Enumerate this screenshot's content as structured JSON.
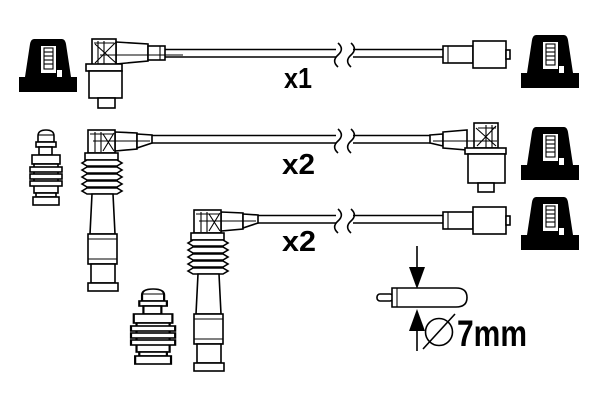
{
  "colors": {
    "background": "#ffffff",
    "ink": "#000000"
  },
  "diagram": {
    "rows": [
      {
        "quantity_label": "x1"
      },
      {
        "quantity_label": "x2"
      },
      {
        "quantity_label": "x2"
      }
    ],
    "diameter_callout": {
      "symbol": "⌀",
      "value": "7mm"
    },
    "icons": {
      "distributor_cap": "distributor-cap-icon",
      "spark_plug": "spark-plug-icon",
      "cable_break": "cable-break-icon",
      "arrow_down": "arrow-down-icon",
      "arrow_up": "arrow-up-icon",
      "diameter_symbol": "diameter-symbol-icon"
    }
  }
}
